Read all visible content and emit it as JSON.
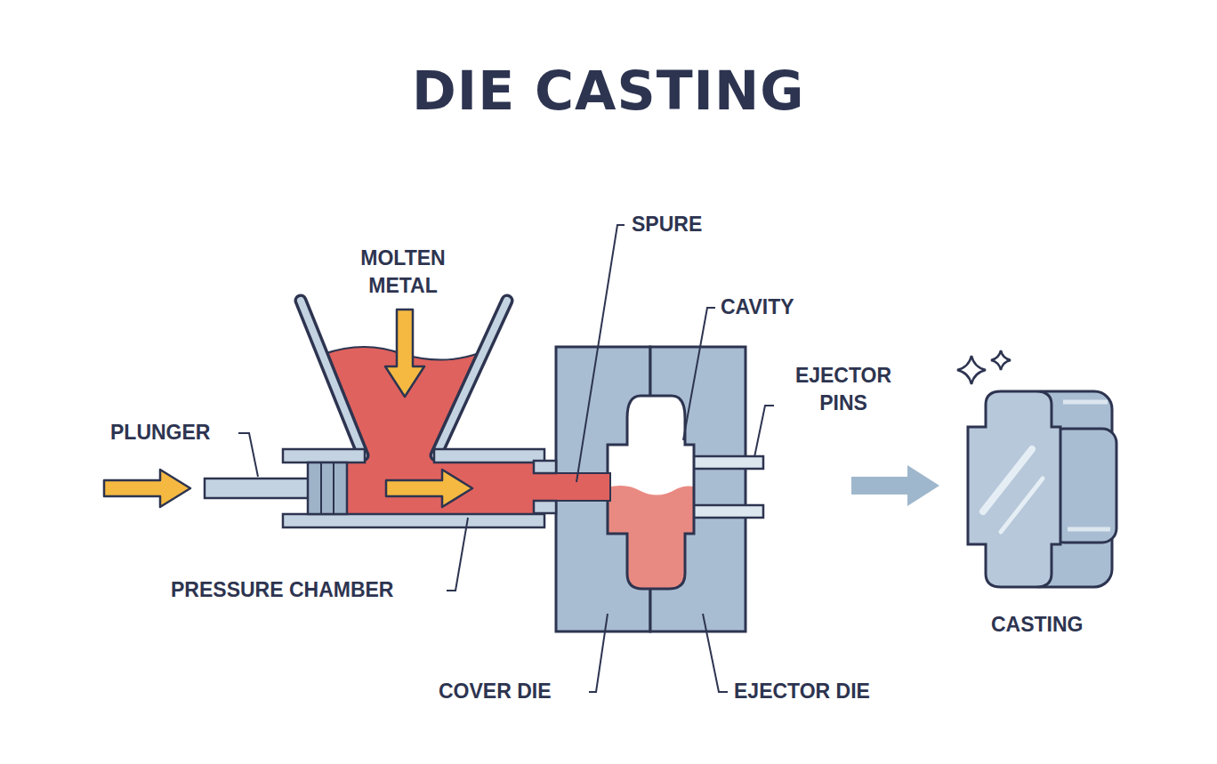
{
  "diagram": {
    "title": "DIE CASTING",
    "labels": [
      "MOLTEN METAL",
      "SPURE",
      "CAVITY",
      "EJECTOR PINS",
      "PLUNGER",
      "PRESSURE CHAMBER",
      "COVER DIE",
      "EJECTOR DIE",
      "CASTING"
    ]
  }
}
